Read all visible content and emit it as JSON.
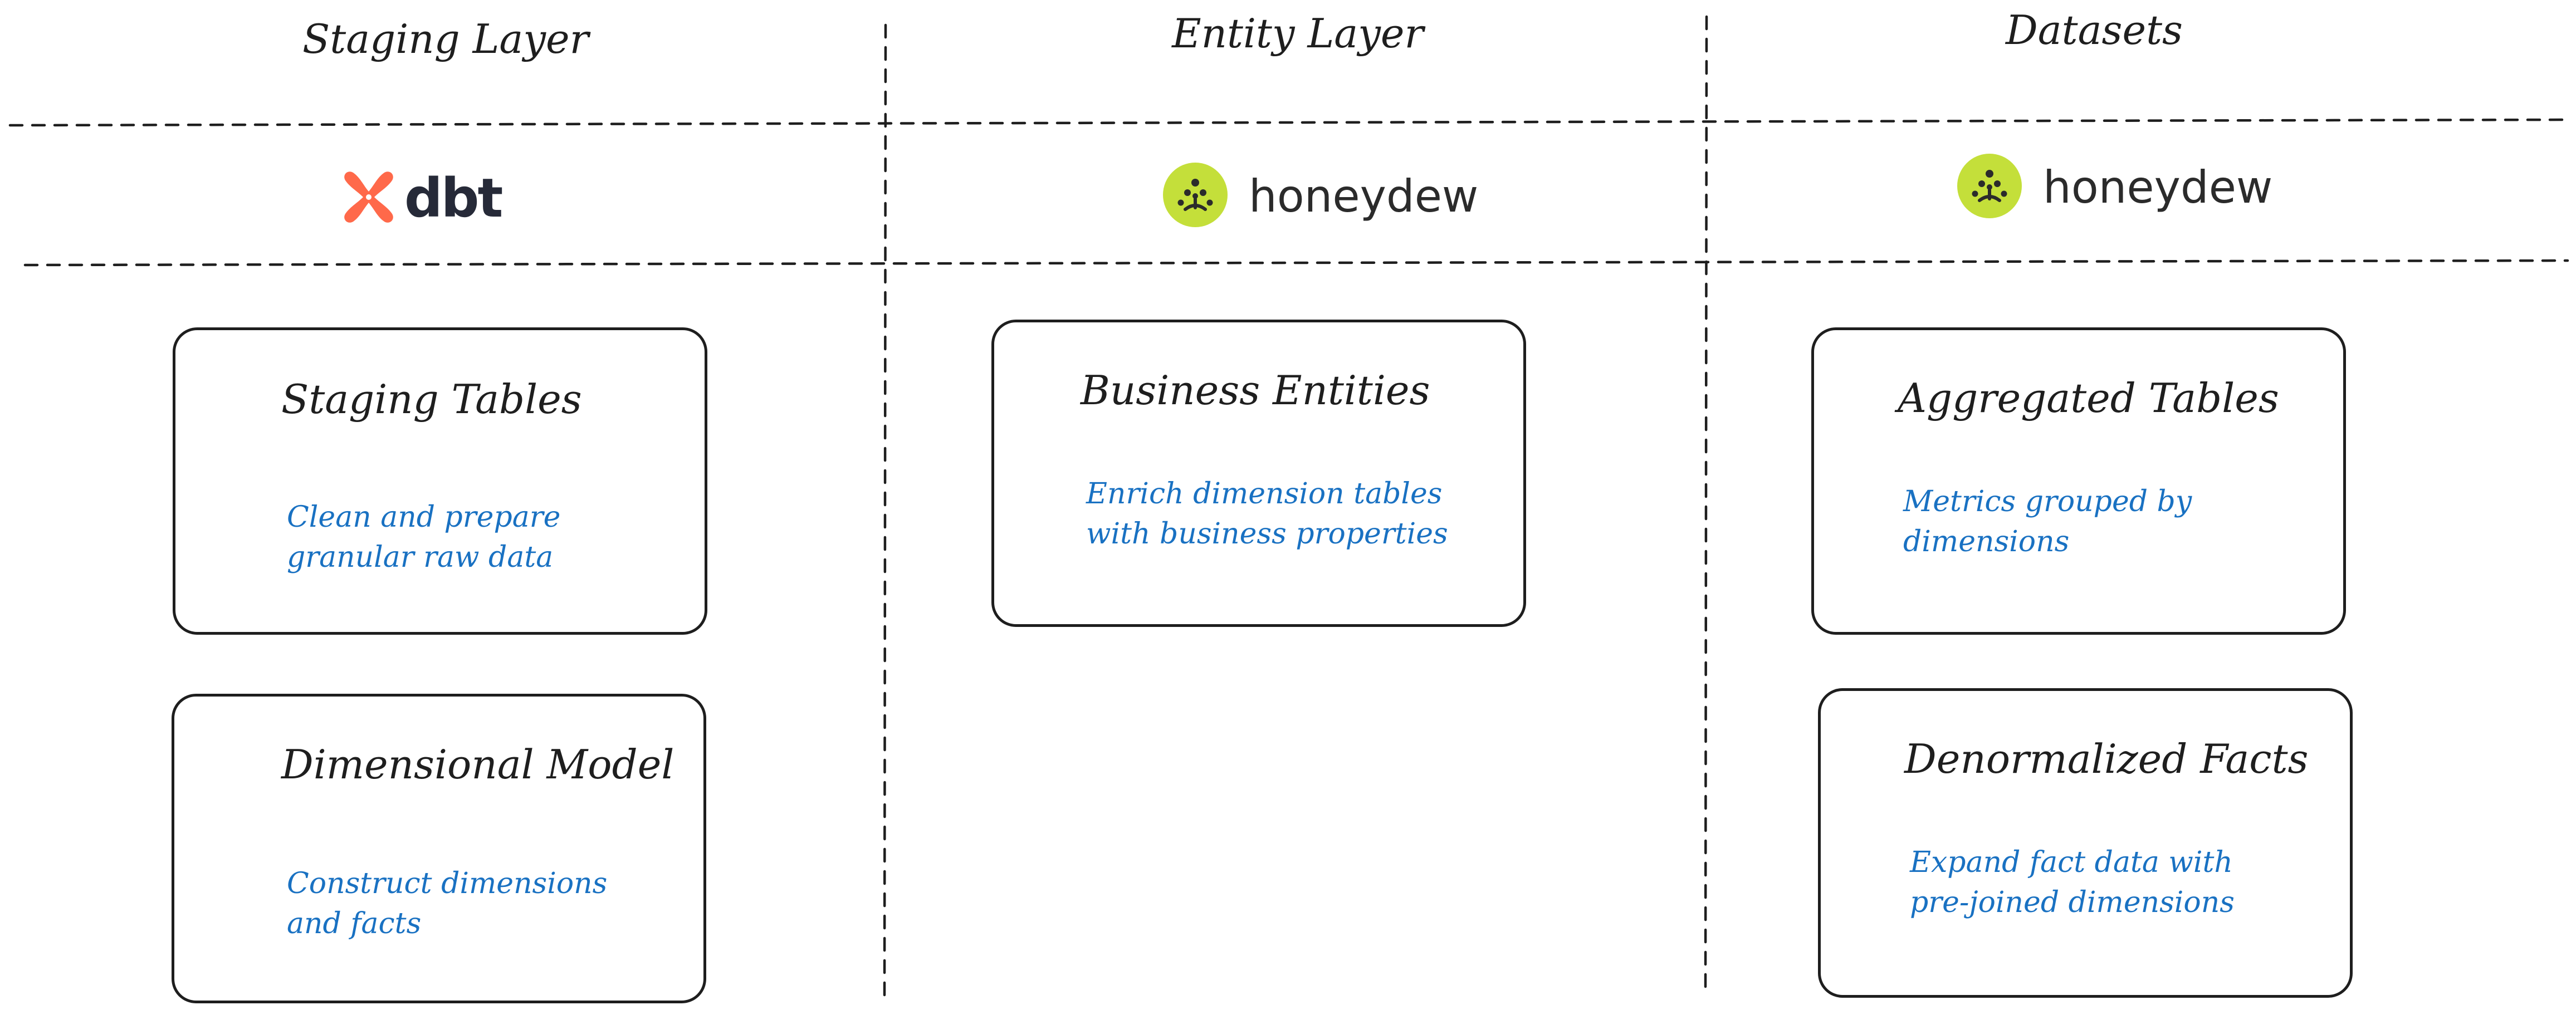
{
  "columns": [
    {
      "title": "Staging Layer",
      "logo": {
        "text": "dbt",
        "icon": "dbt-logo-icon",
        "color": "#ff694a"
      },
      "cards": [
        {
          "title": "Staging Tables",
          "description": "Clean and prepare granular raw data"
        },
        {
          "title": "Dimensional Model",
          "description": "Construct dimensions and facts"
        }
      ]
    },
    {
      "title": "Entity Layer",
      "logo": {
        "text": "honeydew",
        "icon": "honeydew-logo-icon",
        "color": "#c4df3a"
      },
      "cards": [
        {
          "title": "Business Entities",
          "description": "Enrich dimension tables with business properties"
        }
      ]
    },
    {
      "title": "Datasets",
      "logo": {
        "text": "honeydew",
        "icon": "honeydew-logo-icon",
        "color": "#c4df3a"
      },
      "cards": [
        {
          "title": "Aggregated Tables",
          "description": "Metrics grouped by dimensions"
        },
        {
          "title": "Denormalized Facts",
          "description": "Expand fact data with pre-joined dimensions"
        }
      ]
    }
  ],
  "colors": {
    "stroke": "#1e1e1e",
    "description_text": "#1971c2",
    "divider": "#1e1e1e"
  }
}
